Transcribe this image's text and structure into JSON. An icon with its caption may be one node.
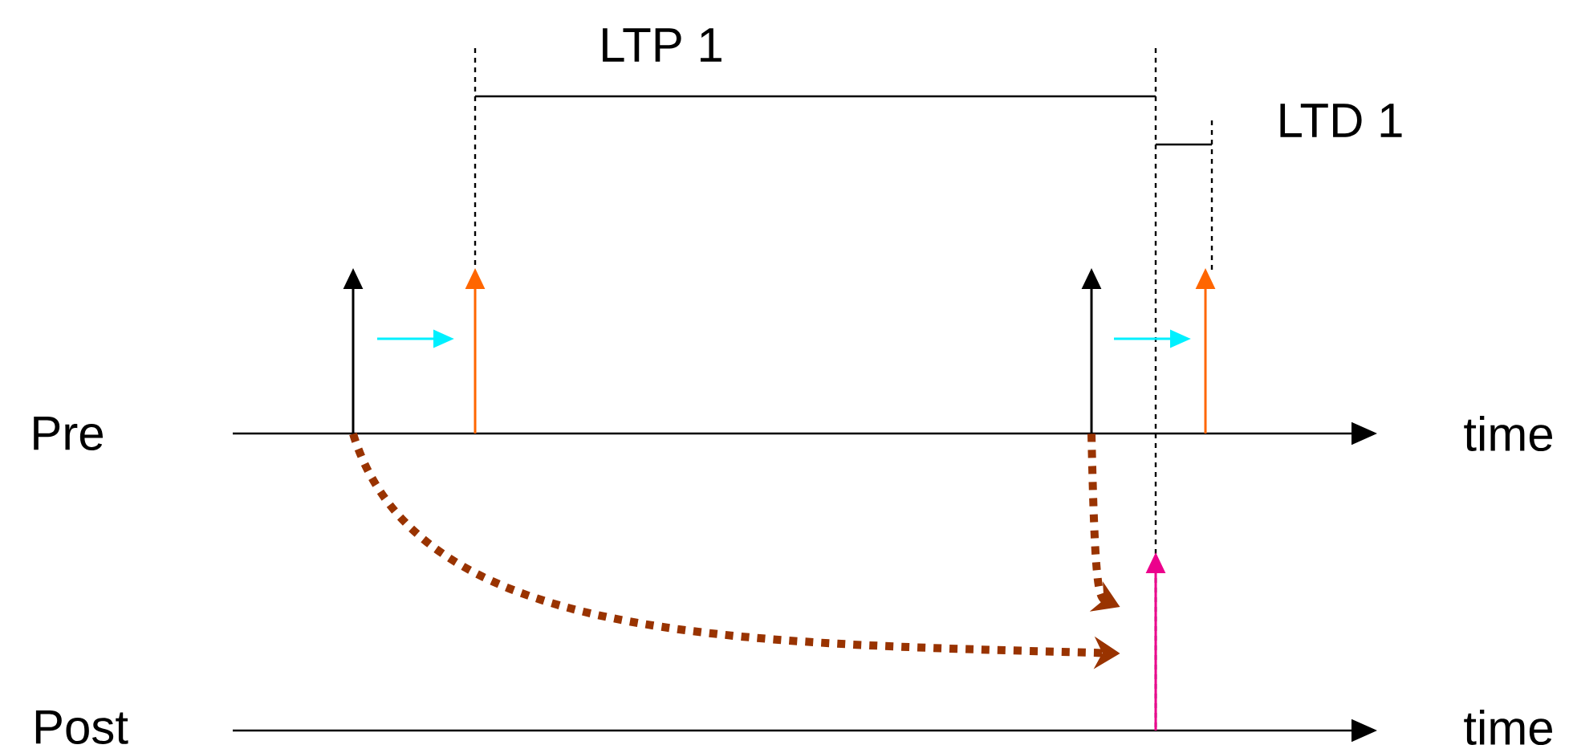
{
  "diagram": {
    "nodes": [
      {
        "text": [],
        "shape": "arrow"
      },
      {
        "text": [],
        "shape": "arrow"
      },
      {
        "text": [],
        "shape": "arrow"
      }
    ],
    "edges": [
      {
        "from": 0,
        "to": 2,
        "arrow": "to",
        "style": "dashed",
        "color": "#993300"
      },
      {
        "from": 1,
        "to": 2,
        "arrow": "to",
        "style": "dashed",
        "color": "#993300"
      }
    ],
    "labels": [
      "LTP 1",
      "LTD 1",
      "Pre",
      "time",
      "Post",
      "time"
    ]
  }
}
